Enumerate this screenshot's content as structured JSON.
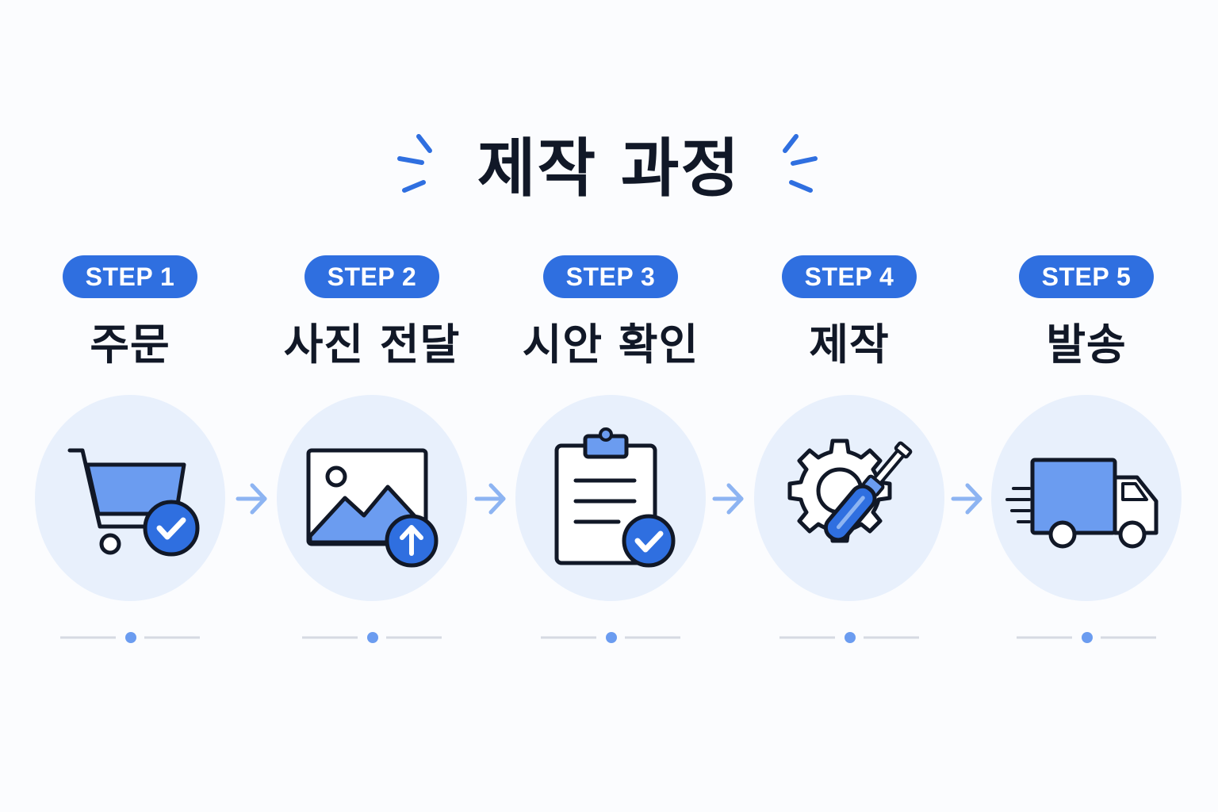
{
  "title": "제작 과정",
  "colors": {
    "accent": "#2f6fe0",
    "icon_fill": "#6b9cf0",
    "circle_bg": "#e8f0fc",
    "text": "#111827",
    "arrow": "#8db4f2",
    "divider": "#d6dae2"
  },
  "steps": [
    {
      "badge": "STEP 1",
      "label": "주문",
      "icon": "shopping-cart-check-icon"
    },
    {
      "badge": "STEP 2",
      "label": "사진 전달",
      "icon": "image-upload-icon"
    },
    {
      "badge": "STEP 3",
      "label": "시안 확인",
      "icon": "clipboard-check-icon"
    },
    {
      "badge": "STEP 4",
      "label": "제작",
      "icon": "gear-screwdriver-icon"
    },
    {
      "badge": "STEP 5",
      "label": "발송",
      "icon": "delivery-truck-icon"
    }
  ]
}
